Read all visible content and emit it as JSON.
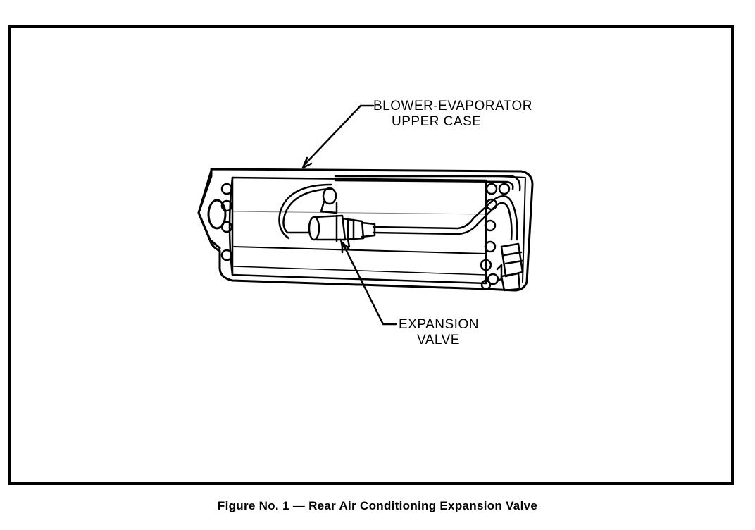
{
  "callouts": {
    "blower_case": {
      "line1": "BLOWER-EVAPORATOR",
      "line2": "UPPER CASE"
    },
    "expansion_valve": {
      "line1": "EXPANSION",
      "line2": "VALVE"
    }
  },
  "caption": "Figure No. 1 — Rear Air Conditioning Expansion Valve"
}
